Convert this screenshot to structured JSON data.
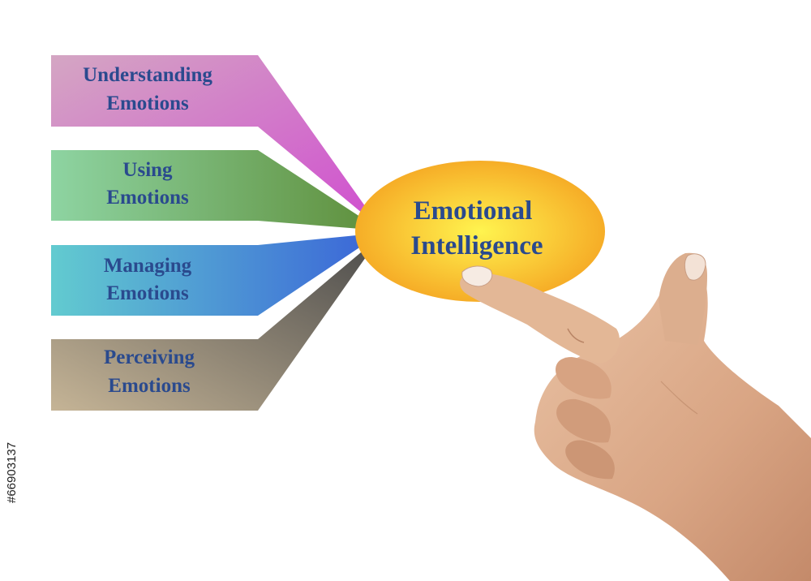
{
  "center": {
    "line1": "Emotional",
    "line2": "Intelligence"
  },
  "items": [
    {
      "line1": "Understanding",
      "line2": "Emotions",
      "color": "#d4a6c3",
      "accent": "#d04dd0"
    },
    {
      "line1": "Using",
      "line2": "Emotions",
      "color": "#8ed4a2",
      "accent": "#5e8e3a"
    },
    {
      "line1": "Managing",
      "line2": "Emotions",
      "color": "#62cbd0",
      "accent": "#3a63d8"
    },
    {
      "line1": "Perceiving",
      "line2": "Emotions",
      "color": "#c5b496",
      "accent": "#4a4a4a"
    }
  ],
  "stock_id": "#66903137",
  "colors": {
    "text": "#2a4a8e",
    "ellipse_outer": "#f5a623",
    "ellipse_inner": "#fff44f"
  }
}
